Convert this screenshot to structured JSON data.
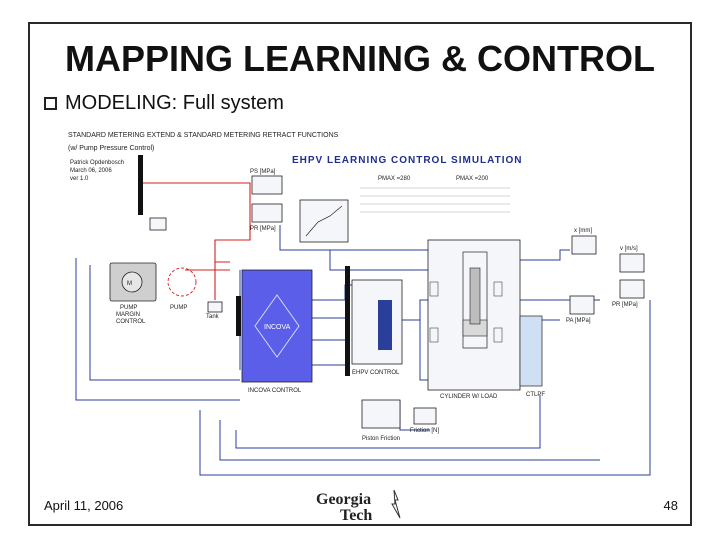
{
  "slide": {
    "title": "MAPPING LEARNING & CONTROL",
    "bullet_text": "MODELING: Full system",
    "date": "April 11, 2006",
    "page_number": "48",
    "logo_text_1": "Georgia",
    "logo_text_2": "Tech"
  },
  "diagram": {
    "header_1": "STANDARD METERING EXTEND & STANDARD METERING RETRACT FUNCTIONS",
    "header_2": "(w/ Pump Pressure Control)",
    "sim_title": "EHPV LEARNING CONTROL SIMULATION",
    "author": "Patrick Opdenbosch",
    "author_date": "March 06, 2006",
    "version": "ver 1.0",
    "ps_label": "PS [MPa]",
    "pr_label": "PR [MPa]",
    "pmax_1": "PMAX =280",
    "pmax_2": "PMAX =200",
    "x_label": "x [mm]",
    "vm_label": "v [m/s]",
    "pr_bottom_label": "PR [MPa]",
    "pa_label": "PA [MPa]",
    "ctlpf_label": "CTLPF",
    "pump_label_1": "PUMP",
    "pump_label_2": "MARGIN",
    "pump_label_3": "CONTROL",
    "pump_label_4": "PUMP",
    "tank_label": "Tank",
    "incova_block": "INCOVA",
    "incova_label": "INCOVA CONTROL",
    "ehpv_label": "EHPV CONTROL",
    "cyl_label": "CYLINDER W/ LOAD",
    "piston_label": "Piston Friction",
    "friction_label": "Friction [N]",
    "tank_small": "Tank"
  }
}
